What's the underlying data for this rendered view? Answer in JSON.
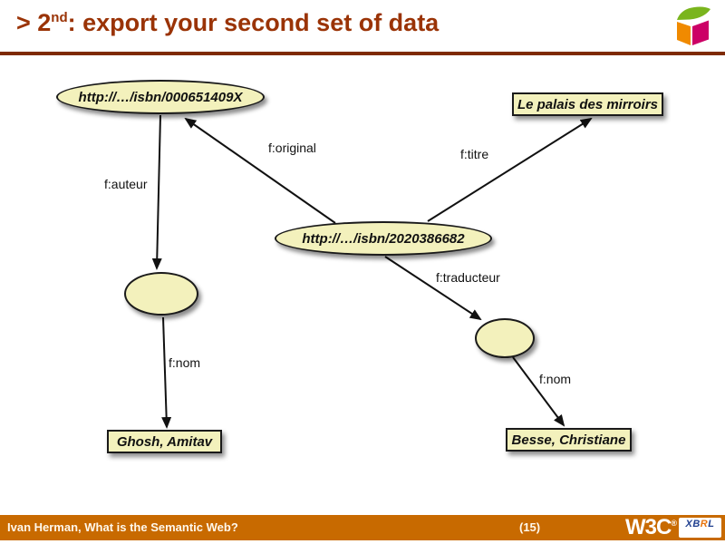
{
  "header": {
    "title_prefix": "> 2",
    "title_sup": "nd",
    "title_suffix": ": export your second set of data"
  },
  "diagram": {
    "nodes": {
      "isbn1": "http://…/isbn/000651409X",
      "titre": "Le palais des mirroirs",
      "isbn2": "http://…/isbn/2020386682",
      "ghosh": "Ghosh, Amitav",
      "besse": "Besse, Christiane"
    },
    "edge_labels": {
      "original": "f:original",
      "titre": "f:titre",
      "auteur": "f:auteur",
      "nom_left": "f:nom",
      "traducteur": "f:traducteur",
      "nom_right": "f:nom"
    }
  },
  "footer": {
    "credit": "Ivan Herman, What is the Semantic Web?",
    "page_number": "(15)",
    "w3c_text": "W3C",
    "w3c_mark": "®",
    "xbrl_xb": "XB",
    "xbrl_r": "R",
    "xbrl_l": "L"
  },
  "colors": {
    "title": "#9A3306",
    "header_rule": "#7E2B00",
    "node_fill": "#F3F1BC",
    "node_border": "#1A1A1A",
    "footer_bg": "#C86A00",
    "footer_text": "#FFF8EC",
    "logo_green": "#7AB51D",
    "logo_orange": "#F08A00",
    "logo_magenta": "#CC0066",
    "xbrl_blue": "#1F3F8F",
    "xbrl_orange": "#E8750F"
  }
}
